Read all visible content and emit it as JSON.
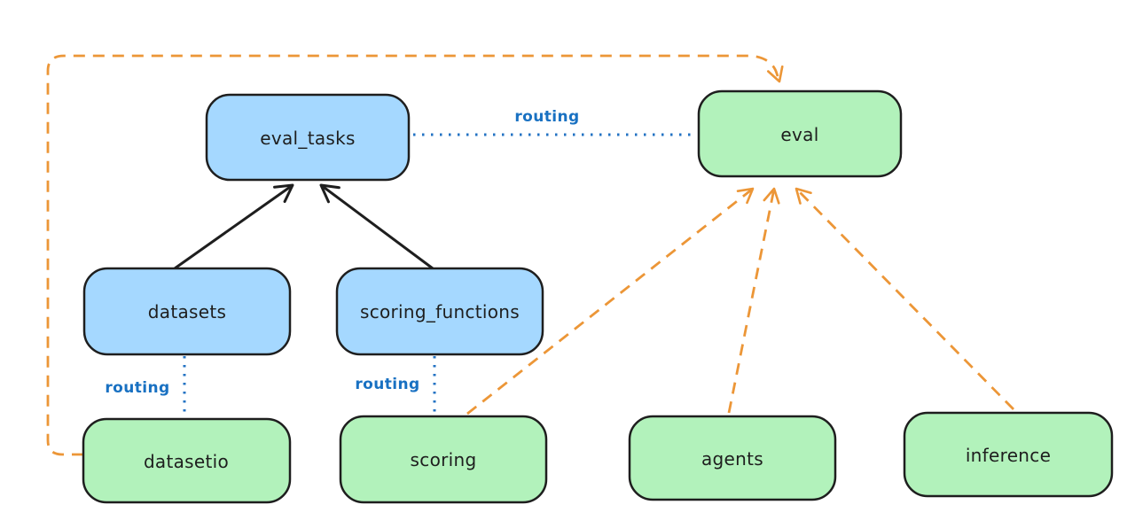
{
  "diagram": {
    "type": "architecture-graph",
    "background": "#ffffff",
    "colors": {
      "api_node_fill": "#a5d8ff",
      "provider_node_fill": "#b2f2bb",
      "node_border": "#1e1e1e",
      "routing_line_blue": "#2272c3",
      "dependency_line_orange": "#ec9637",
      "arrow_black": "#1e1e1e"
    },
    "nodes": [
      {
        "id": "eval_tasks",
        "label": "eval_tasks",
        "kind": "blue"
      },
      {
        "id": "eval",
        "label": "eval",
        "kind": "green"
      },
      {
        "id": "datasets",
        "label": "datasets",
        "kind": "blue"
      },
      {
        "id": "scoring_functions",
        "label": "scoring_functions",
        "kind": "blue"
      },
      {
        "id": "datasetio",
        "label": "datasetio",
        "kind": "green"
      },
      {
        "id": "scoring",
        "label": "scoring",
        "kind": "green"
      },
      {
        "id": "agents",
        "label": "agents",
        "kind": "green"
      },
      {
        "id": "inference",
        "label": "inference",
        "kind": "green"
      }
    ],
    "edges": [
      {
        "from": "datasets",
        "to": "eval_tasks",
        "style": "solid",
        "color": "black",
        "label": ""
      },
      {
        "from": "scoring_functions",
        "to": "eval_tasks",
        "style": "solid",
        "color": "black",
        "label": ""
      },
      {
        "from": "eval_tasks",
        "to": "eval",
        "style": "dotted",
        "color": "blue",
        "label": "routing"
      },
      {
        "from": "datasets",
        "to": "datasetio",
        "style": "dotted",
        "color": "blue",
        "label": "routing"
      },
      {
        "from": "scoring_functions",
        "to": "scoring",
        "style": "dotted",
        "color": "blue",
        "label": "routing"
      },
      {
        "from": "scoring",
        "to": "eval",
        "style": "dashed",
        "color": "orange",
        "label": ""
      },
      {
        "from": "agents",
        "to": "eval",
        "style": "dashed",
        "color": "orange",
        "label": ""
      },
      {
        "from": "inference",
        "to": "eval",
        "style": "dashed",
        "color": "orange",
        "label": ""
      },
      {
        "from": "datasetio",
        "to": "eval",
        "style": "dashed",
        "color": "orange",
        "label": "",
        "route": "left-side-and-over-top"
      }
    ]
  }
}
